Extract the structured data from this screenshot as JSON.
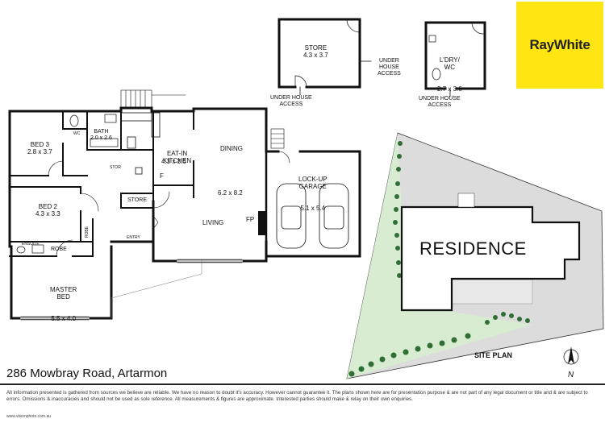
{
  "logo": {
    "text": "RayWhite",
    "color": "#ffe512"
  },
  "address": "286 Mowbray Road, Artarmon",
  "disclaimer": "All information presented is gathered from sources we believe are reliable. We have no reason to doubt it's accuracy. However cannot guarantee it. The plans shown here are for presentation purpose & are not part of any legal document or title and & are subject to errors. Omissions & inaccuracies and should not be used as sole reference. All measurements & figures are approximate. Interested parties should make & relay on their own enquiries.",
  "credit": "www.visionphoto.com.au",
  "rooms": {
    "store_top": {
      "name": "STORE",
      "size": "4.3 x 3.7"
    },
    "laundry": {
      "name": "L'DRY/\nWC",
      "size": "2.7 x 3.6"
    },
    "bed3": {
      "name": "BED 3",
      "size": "2.8 x 3.7"
    },
    "bath": {
      "name": "BATH",
      "size": "2.0 x 2.6"
    },
    "wc": {
      "name": "WC"
    },
    "kitchen": {
      "name": "EAT-IN\nKITCHEN",
      "size": "4.3 x 3.6"
    },
    "dining": {
      "name": "DINING"
    },
    "living_size": "6.2 x 8.2",
    "living": {
      "name": "LIVING"
    },
    "garage": {
      "name": "LOCK-UP\nGARAGE",
      "size": "5.1 x 5.4"
    },
    "bed2": {
      "name": "BED 2",
      "size": "4.3 x 3.3"
    },
    "store_mid": {
      "name": "STORE"
    },
    "master": {
      "name": "MASTER\nBED",
      "size": "5.5 x 4.0"
    },
    "ensuite": {
      "name": "ENSUITE"
    },
    "robe1": {
      "name": "ROBE"
    },
    "robe2": {
      "name": "ROBE"
    },
    "entry": {
      "name": "ENTRY"
    },
    "fp": "FP",
    "f": "F",
    "stor_small": "STOR"
  },
  "access_labels": {
    "under_house_1": "UNDER HOUSE\nACCESS",
    "under_house_2": "UNDER\nHOUSE\nACCESS",
    "under_house_3": "UNDER HOUSE\nACCESS"
  },
  "site": {
    "residence": "RESIDENCE",
    "title": "SITE PLAN",
    "north": "N"
  }
}
